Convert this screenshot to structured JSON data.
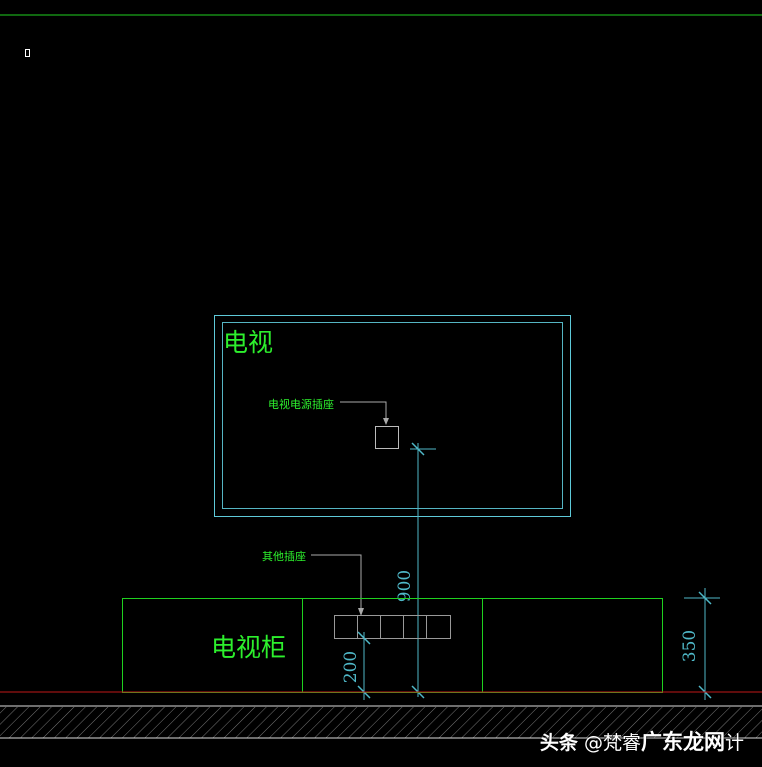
{
  "labels": {
    "tv": "电视",
    "tv_socket": "电视电源插座",
    "other_socket": "其他插座",
    "tv_cabinet": "电视柜"
  },
  "dimensions": {
    "tv_socket_height": "900",
    "other_socket_height": "200",
    "cabinet_height": "350"
  },
  "watermark": {
    "part1": "头条",
    "part2": "@梵睿",
    "part3": "广东龙网",
    "part4": "计"
  },
  "colors": {
    "background": "#000000",
    "outline_green": "#1fd11f",
    "tv_frame_cyan": "#5ec9d8",
    "dimension_cyan": "#4fb8c8",
    "label_green": "#2df02d",
    "floor_red": "#c01818",
    "leader_gray": "#aaaaaa"
  }
}
